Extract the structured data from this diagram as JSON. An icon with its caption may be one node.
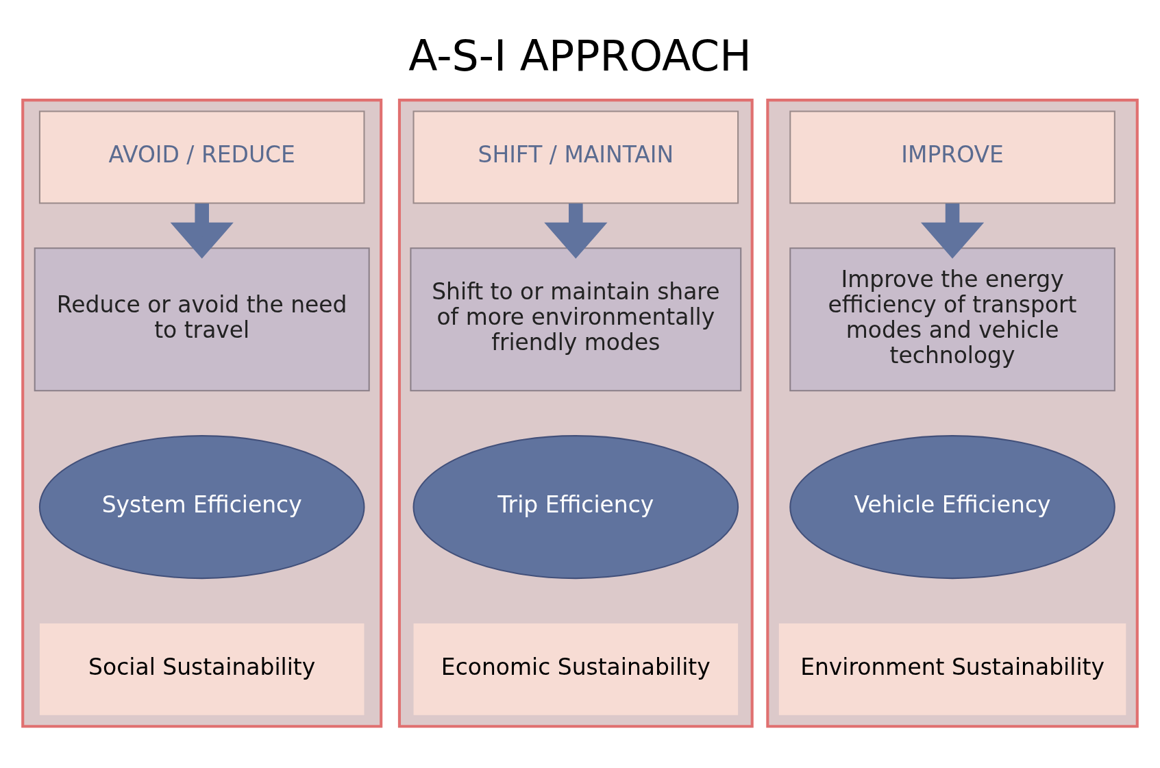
{
  "diagram": {
    "title": "A-S-I APPROACH",
    "nodes": [
      {
        "text": [],
        "shape": "box"
      },
      {
        "text": [
          "AVOID / REDUCE"
        ],
        "in": 0
      },
      {
        "text": [
          "Reduce or avoid the need to travel"
        ],
        "in": 0
      },
      {
        "text": [
          "System Efficiency"
        ],
        "in": 0
      },
      {
        "text": [
          "Social Sustainability"
        ],
        "in": 0
      },
      {
        "text": [],
        "shape": "box"
      },
      {
        "text": [
          "SHIFT / MAINTAIN"
        ],
        "in": 5
      },
      {
        "text": [
          "Shift to or maintain share of more environmentally friendly modes"
        ],
        "in": 5
      },
      {
        "text": [
          "Trip Efficiency"
        ],
        "in": 5
      },
      {
        "text": [
          "Economic Sustainability"
        ],
        "in": 5
      },
      {
        "text": [],
        "shape": "box"
      },
      {
        "text": [
          "IMPROVE"
        ],
        "in": 10
      },
      {
        "text": [
          "Improve the energy efficiency of transport modes and vehicle technology"
        ],
        "in": 10
      },
      {
        "text": [
          "Vehicle Efficiency"
        ],
        "in": 10
      },
      {
        "text": [
          "Environment Sustainability"
        ],
        "in": 10
      }
    ],
    "edges": [
      {
        "from": 1,
        "to": 2,
        "arrow": "to"
      },
      {
        "from": 6,
        "to": 7,
        "arrow": "to"
      },
      {
        "from": 11,
        "to": 12,
        "arrow": "to"
      }
    ]
  }
}
